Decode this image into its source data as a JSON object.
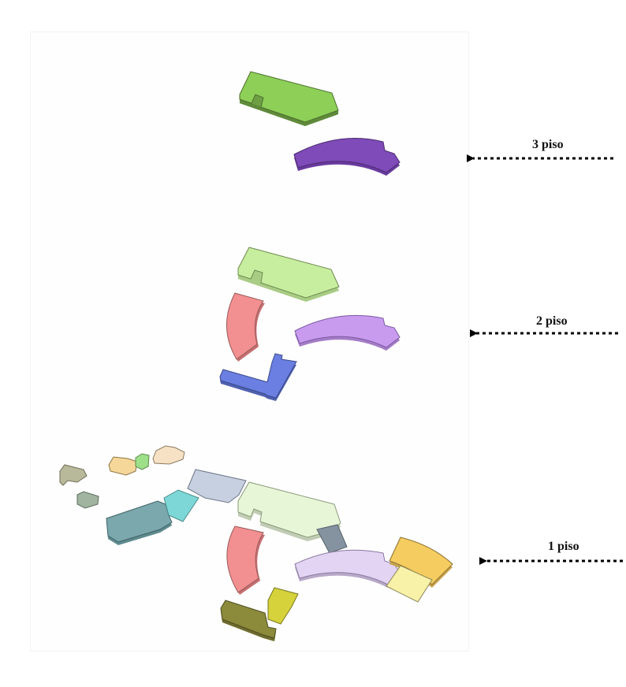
{
  "labels": {
    "floor3": "3 piso",
    "floor2": "2 piso",
    "floor1": "1 piso"
  },
  "colors": {
    "floor3_wing": "#8dcf57",
    "floor3_arc": "#7e4bb8",
    "floor2_wing": "#c7ee9e",
    "floor2_arc_purple": "#c99bef",
    "floor2_arc_red": "#f28f90",
    "floor2_blue_l": "#6b7fe2",
    "floor1_wing": "#e8f6d8",
    "floor1_arc": "#e2d4f2",
    "floor1_red": "#f28f90",
    "floor1_olive": "#8c8a3b",
    "floor1_yellow_block": "#d5d23c",
    "floor1_gold": "#f4cc60",
    "floor1_pale_yellow": "#f8f1a8",
    "floor1_slate": "#8593a0",
    "floor1_bluegrey": "#c7d0e0",
    "floor1_teal": "#7aa8ac",
    "floor1_cyan": "#7ed7d7",
    "arrow": "#000000"
  }
}
